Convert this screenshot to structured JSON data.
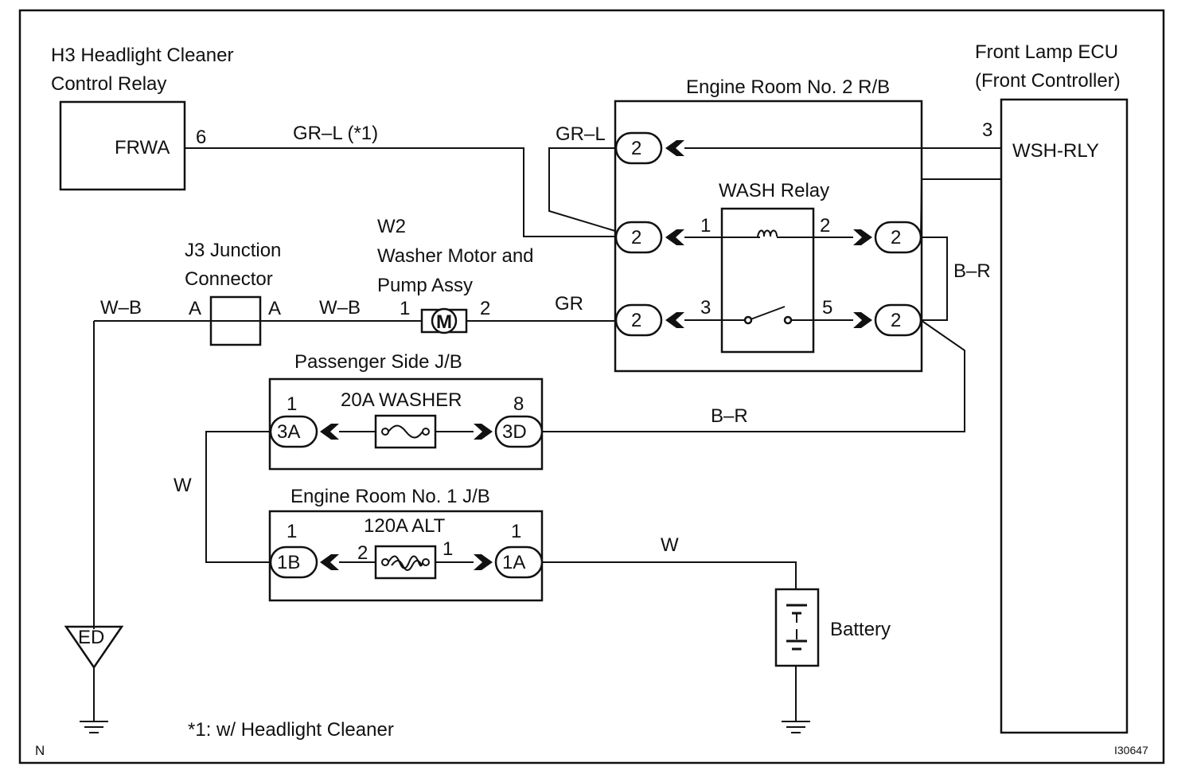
{
  "relay_h3": {
    "line1": "H3 Headlight Cleaner",
    "line2": "Control Relay",
    "terminal_name": "FRWA",
    "pin": "6"
  },
  "ecu": {
    "line1": "Front Lamp ECU",
    "line2": "(Front Controller)",
    "terminal_name": "WSH-RLY",
    "pin": "3"
  },
  "rb2": {
    "label": "Engine Room No. 2 R/B",
    "connector": "2"
  },
  "wash_relay": {
    "label": "WASH Relay",
    "pin1": "1",
    "pin2": "2",
    "pin3": "3",
    "pin5": "5"
  },
  "motor": {
    "line1": "W2",
    "line2": "Washer Motor and",
    "line3": "Pump Assy",
    "symbol": "M",
    "pin1": "1",
    "pin2": "2"
  },
  "j3": {
    "line1": "J3 Junction",
    "line2": "Connector",
    "pin_left": "A",
    "pin_right": "A"
  },
  "passenger_jb": {
    "label": "Passenger Side J/B",
    "fuse": "20A WASHER",
    "left_conn": "3A",
    "left_pin": "1",
    "right_conn": "3D",
    "right_pin": "8"
  },
  "engine_jb1": {
    "label": "Engine Room No. 1 J/B",
    "fuse": "120A ALT",
    "left_conn": "1B",
    "left_pin": "1",
    "fuse_pin_left": "2",
    "fuse_pin_right": "1",
    "right_conn": "1A",
    "right_pin": "1"
  },
  "battery": {
    "label": "Battery"
  },
  "ground": {
    "code": "ED"
  },
  "wires": {
    "gr_l_1": "GR–L (*1)",
    "gr_l": "GR–L",
    "w_b_left": "W–B",
    "w_b_mid": "W–B",
    "gr": "GR",
    "b_r_upper": "B–R",
    "b_r_lower": "B–R",
    "w_left": "W",
    "w_right": "W"
  },
  "footnote": "*1: w/ Headlight Cleaner",
  "corner_letter": "N",
  "figure_id": "I30647"
}
